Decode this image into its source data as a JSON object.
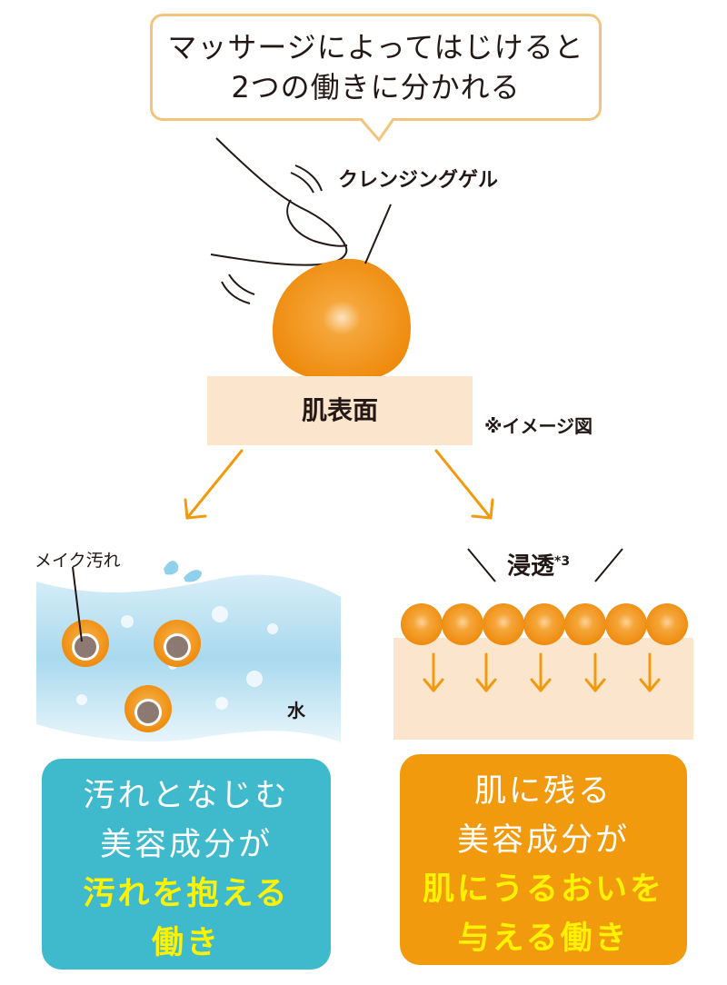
{
  "bubble": {
    "line1": "マッサージによってはじけると",
    "line2": "2つの働きに分かれる"
  },
  "gel_label": "クレンジングゲル",
  "skin_label": "肌表面",
  "note": "※イメージ図",
  "left_branch": {
    "makeup_label": "メイク汚れ",
    "water_label": "水",
    "box": {
      "line1": "汚れとなじむ",
      "line2": "美容成分が",
      "line3": "汚れを抱える",
      "line4": "働き"
    }
  },
  "right_branch": {
    "penetration_label": "浸透",
    "penetration_sup": "*3",
    "box": {
      "line1": "肌に残る",
      "line2": "美容成分が",
      "line3": "肌にうるおいを",
      "line4": "与える働き"
    }
  },
  "colors": {
    "orange": "#f19a0e",
    "teal": "#3fb9cc",
    "skin": "#fbe5cc",
    "highlight": "#fff200",
    "bubble_border": "#f2c57c"
  }
}
